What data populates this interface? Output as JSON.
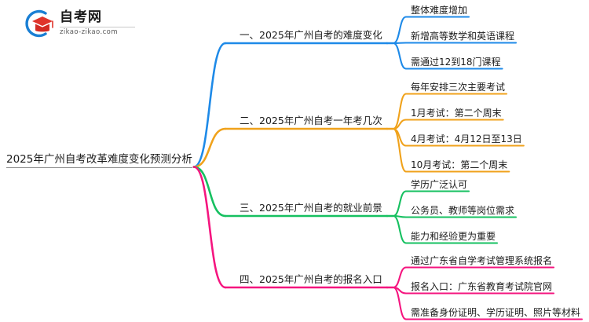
{
  "logo": {
    "name_cn": "自考网",
    "domain": "zikao-zikao.com",
    "mark_icon": "graduation-cap-icon",
    "arc_color": "#1a7fd4",
    "cap_color": "#e0342b"
  },
  "mindmap": {
    "root": {
      "label": "2025年广州自考改革难度变化预测分析",
      "line_color": "#8c8c8c"
    },
    "branches": [
      {
        "label": "一、2025年广州自考的难度变化",
        "color": "#1e8ae8",
        "leaves": [
          "整体难度增加",
          "新增高等数学和英语课程",
          "需通过12到18门课程"
        ]
      },
      {
        "label": "二、2025年广州自考一年考几次",
        "color": "#f0a21b",
        "leaves": [
          "每年安排三次主要考试",
          "1月考试：第二个周末",
          "4月考试：4月12日至13日",
          "10月考试：第二个周末"
        ]
      },
      {
        "label": "三、2025年广州自考的就业前景",
        "color": "#16c060",
        "leaves": [
          "学历广泛认可",
          "公务员、教师等岗位需求",
          "能力和经验更为重要"
        ]
      },
      {
        "label": "四、2025年广州自考的报名入口",
        "color": "#f5157f",
        "leaves": [
          "通过广东省自学考试管理系统报名",
          "报名入口：广东省教育考试院官网",
          "需准备身份证明、学历证明、照片等材料"
        ]
      }
    ]
  }
}
